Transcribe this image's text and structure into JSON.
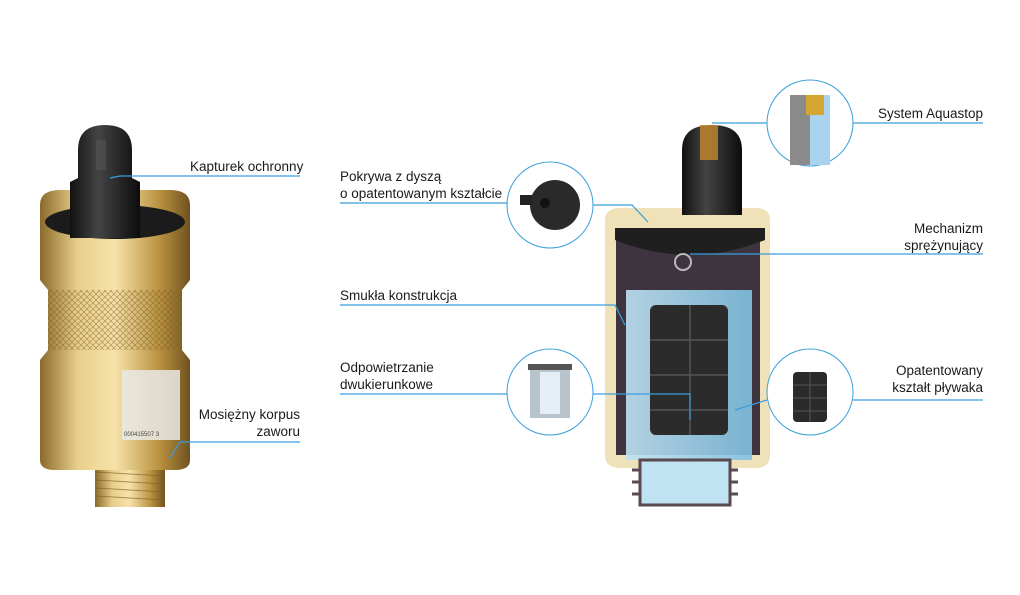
{
  "colors": {
    "line": "#3a9fdc",
    "brass": "#d8b872",
    "cap": "#1e1e1e",
    "water": "#9fd2ec"
  },
  "left_product": {
    "labels": {
      "cap": "Kapturek ochronny",
      "body_line1": "Mosiężny korpus",
      "body_line2": "zaworu"
    },
    "sticker_code": "000415507 3"
  },
  "right_product": {
    "labels": {
      "nozzle_line1": "Pokrywa z dyszą",
      "nozzle_line2": "o opatentowanym kształcie",
      "slim": "Smukła konstrukcja",
      "venting_line1": "Odpowietrzanie",
      "venting_line2": "dwukierunkowe",
      "aquastop": "System Aquastop",
      "spring_line1": "Mechanizm",
      "spring_line2": "sprężynujący",
      "float_line1": "Opatentowany",
      "float_line2": "kształt pływaka"
    }
  }
}
